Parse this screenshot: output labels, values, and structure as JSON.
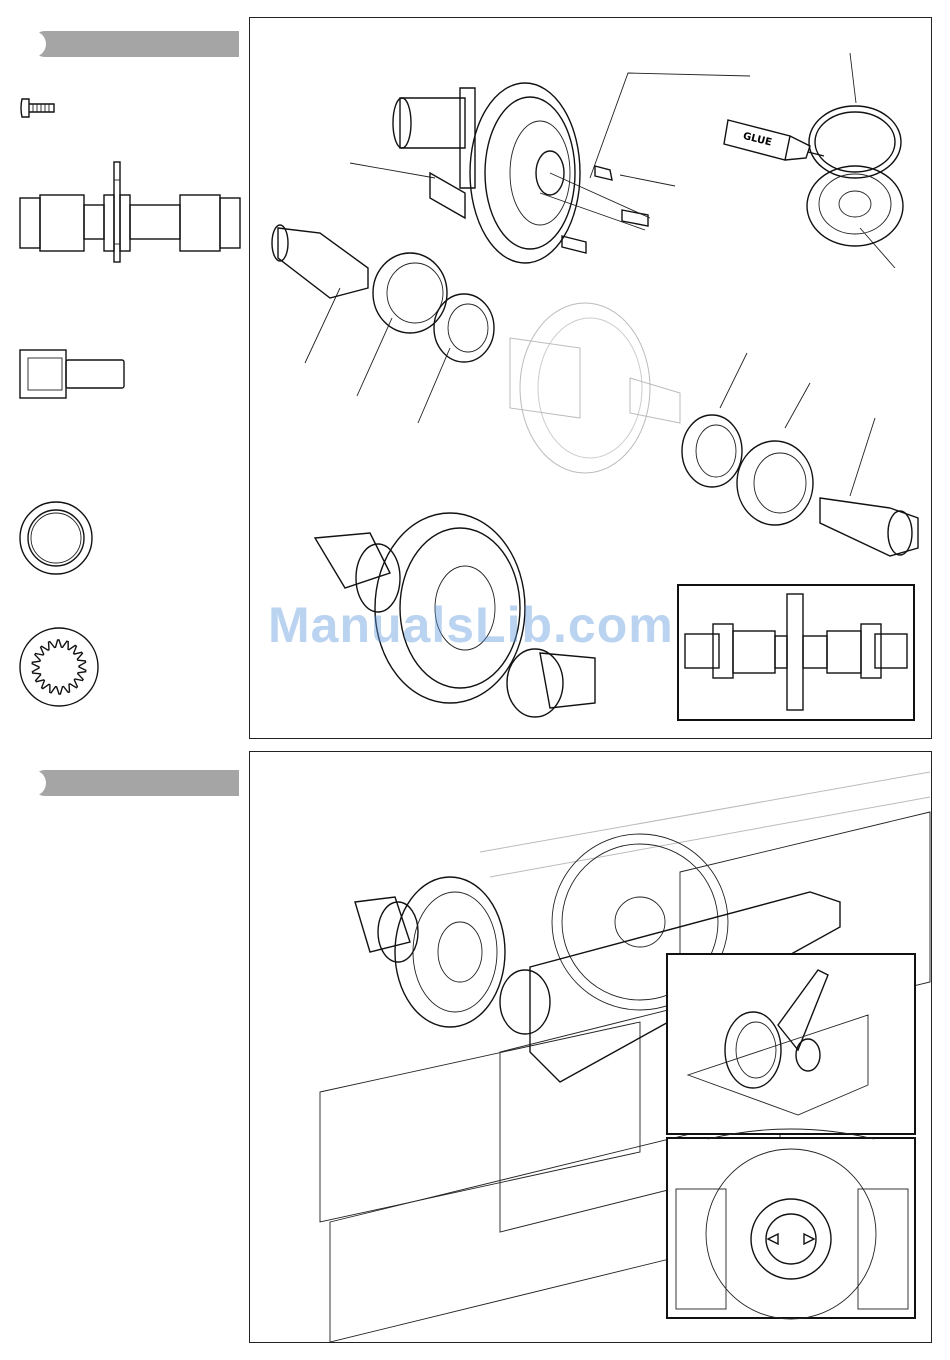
{
  "page": {
    "watermark_text": "ManualsLib.com",
    "glue_tube_label": "GLUE"
  },
  "sections": [
    {
      "id": "step-1"
    },
    {
      "id": "step-2"
    }
  ],
  "parts_sidebar": [
    {
      "icon": "screw-icon"
    },
    {
      "icon": "spool-axle-icon"
    },
    {
      "icon": "drive-cup-icon"
    },
    {
      "icon": "bearing-ring-icon"
    },
    {
      "icon": "pulley-gear-icon"
    }
  ],
  "colors": {
    "tab_fill": "#a5a5a5",
    "line": "#111111",
    "watermark": "#5a96dc"
  }
}
